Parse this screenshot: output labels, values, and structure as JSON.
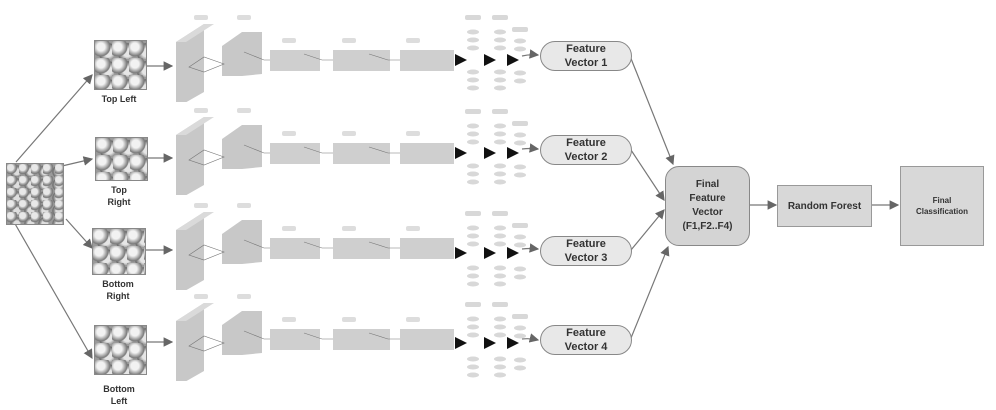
{
  "diagram": {
    "title": "",
    "input_image": {
      "label": ""
    },
    "crops": [
      {
        "label_line1": "Top Left",
        "label_line2": ""
      },
      {
        "label_line1": "Top",
        "label_line2": "Right"
      },
      {
        "label_line1": "Bottom",
        "label_line2": "Right"
      },
      {
        "label_line1": "Bottom",
        "label_line2": "Left"
      }
    ],
    "feature_vectors": [
      {
        "line1": "Feature",
        "line2": "Vector 1"
      },
      {
        "line1": "Feature",
        "line2": "Vector 2"
      },
      {
        "line1": "Feature",
        "line2": "Vector 3"
      },
      {
        "line1": "Feature",
        "line2": "Vector 4"
      }
    ],
    "final_feature_vector": {
      "line1": "Final",
      "line2": "Feature",
      "line3": "Vector",
      "line4": "(F1,F2..F4)"
    },
    "classifier": {
      "label": "Random Forest"
    },
    "output": {
      "line1": "Final",
      "line2": "Classification"
    },
    "colors": {
      "node_fill": "#e8e8e8",
      "final_node_fill": "#d4d4d4",
      "box_fill": "#d8d8d8",
      "stroke": "#888888",
      "arrow": "#666666",
      "text": "#333333"
    }
  }
}
